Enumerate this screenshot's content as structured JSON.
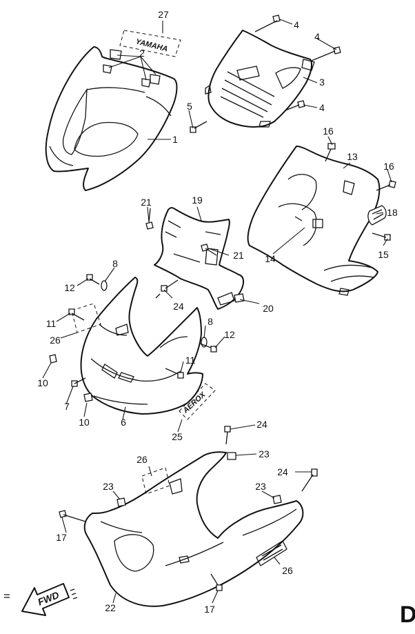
{
  "decals": {
    "yamaha": "YAMAHA",
    "aerox": "AEROX",
    "fwd": "FWD"
  },
  "corner_label": "D",
  "callouts": [
    "27",
    "2",
    "4",
    "4",
    "3",
    "4",
    "5",
    "1",
    "16",
    "13",
    "16",
    "18",
    "15",
    "14",
    "19",
    "21",
    "21",
    "20",
    "24",
    "8",
    "12",
    "11",
    "26",
    "8",
    "12",
    "11",
    "10",
    "7",
    "10",
    "6",
    "25",
    "24",
    "23",
    "26",
    "24",
    "23",
    "23",
    "17",
    "26",
    "22",
    "17"
  ]
}
